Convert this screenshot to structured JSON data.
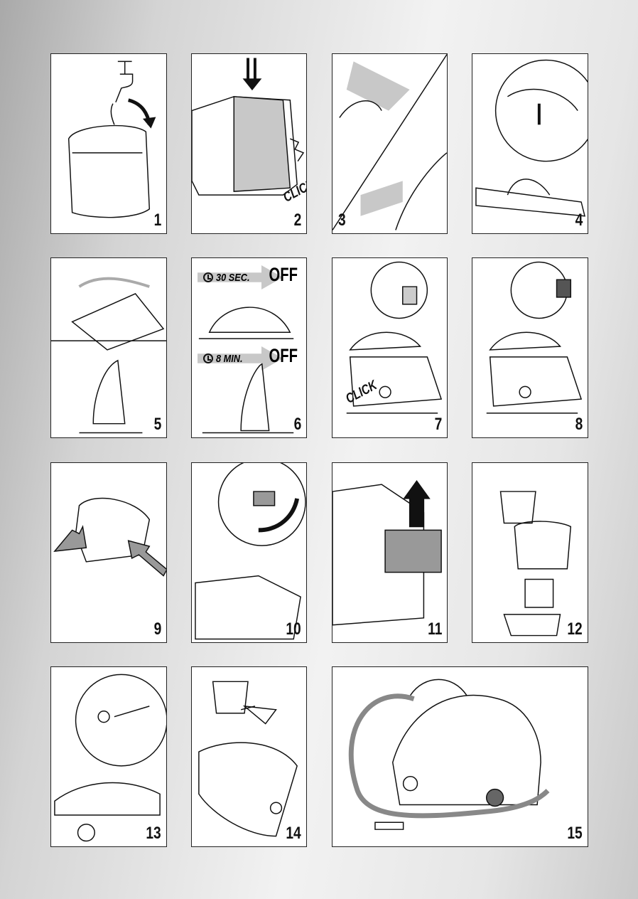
{
  "steps": [
    {
      "number": "1"
    },
    {
      "number": "2",
      "callout": "CLICK"
    },
    {
      "number": "3"
    },
    {
      "number": "4"
    },
    {
      "number": "5"
    },
    {
      "number": "6",
      "timers": [
        {
          "time": "30 SEC.",
          "state": "OFF"
        },
        {
          "number_hint": "",
          "time": "8 MIN.",
          "state": "OFF"
        }
      ]
    },
    {
      "number": "7",
      "callout": "CLICK"
    },
    {
      "number": "8"
    },
    {
      "number": "9"
    },
    {
      "number": "10"
    },
    {
      "number": "11"
    },
    {
      "number": "12"
    },
    {
      "number": "13"
    },
    {
      "number": "14"
    },
    {
      "number": "15"
    }
  ]
}
